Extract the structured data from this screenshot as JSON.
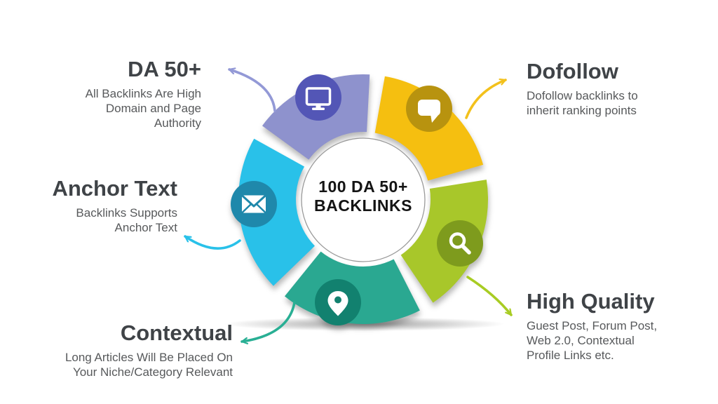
{
  "center": {
    "line1": "100 DA 50+",
    "line2": "BACKLINKS"
  },
  "sections": [
    {
      "id": "da50",
      "title": "DA 50+",
      "lines": [
        "All Backlinks Are High",
        "Domain and Page",
        "Authority"
      ],
      "icon": "monitor-icon",
      "ring_color": "#8e92cd",
      "icon_circle_color": "#5356b6",
      "arrow_color": "#9399d6"
    },
    {
      "id": "dofollow",
      "title": "Dofollow",
      "lines": [
        "Dofollow backlinks to",
        "inherit ranking points"
      ],
      "icon": "chat-icon",
      "ring_color": "#f5bf10",
      "icon_circle_color": "#b8930f",
      "arrow_color": "#f3c11c"
    },
    {
      "id": "anchor",
      "title": "Anchor Text",
      "lines": [
        "Backlinks Supports",
        "Anchor Text"
      ],
      "icon": "envelope-icon",
      "ring_color": "#29c1e9",
      "icon_circle_color": "#1f88ab",
      "arrow_color": "#29c1e9"
    },
    {
      "id": "contextual",
      "title": "Contextual",
      "lines": [
        "Long Articles Will Be Placed On",
        "Your Niche/Category Relevant"
      ],
      "icon": "pin-icon",
      "ring_color": "#2aa891",
      "icon_circle_color": "#12816f",
      "arrow_color": "#29af94"
    },
    {
      "id": "highquality",
      "title": "High Quality",
      "lines": [
        "Guest Post, Forum Post,",
        "Web 2.0, Contextual",
        "Profile Links etc."
      ],
      "icon": "search-icon",
      "ring_color": "#a8c72a",
      "icon_circle_color": "#7e9b1d",
      "arrow_color": "#a8cc23"
    }
  ],
  "colors": {
    "heading_text": "#3f4347",
    "body_text": "#57595b",
    "center_text": "#141414",
    "center_circle_outline": "#9a9a9a",
    "ground_shadow": "#6e6e6e"
  }
}
